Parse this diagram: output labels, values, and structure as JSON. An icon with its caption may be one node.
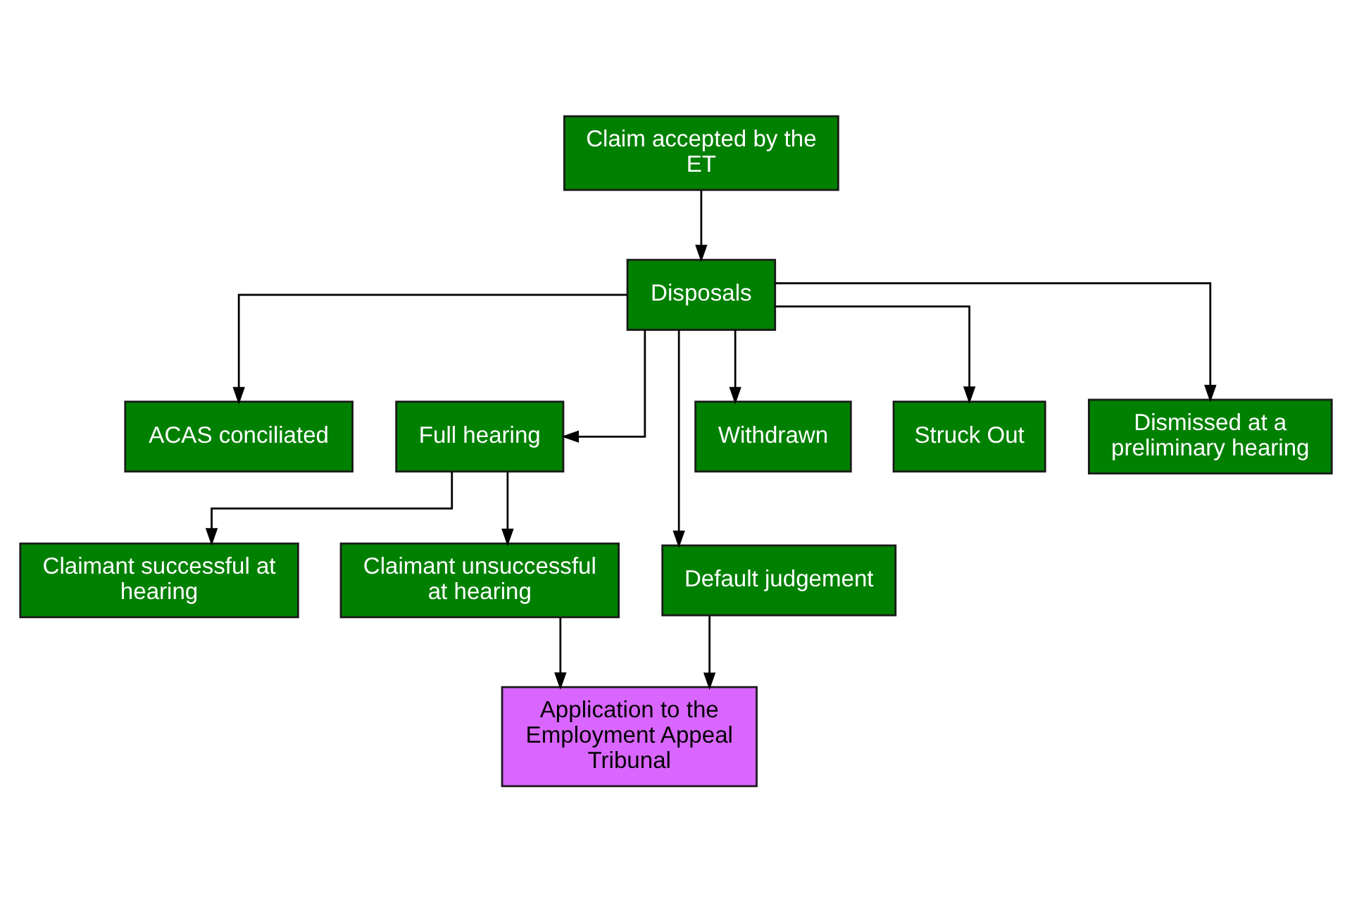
{
  "diagram": {
    "nodes": [
      {
        "text": [
          "Claim accepted by the ET"
        ]
      },
      {
        "text": [
          "Disposals"
        ]
      },
      {
        "text": [
          "ACAS conciliated"
        ]
      },
      {
        "text": [
          "Full hearing"
        ]
      },
      {
        "text": [
          "Default judgement"
        ]
      },
      {
        "text": [
          "Withdrawn"
        ]
      },
      {
        "text": [
          "Struck Out"
        ]
      },
      {
        "text": [
          "Claimant successful at hearing"
        ]
      },
      {
        "text": [
          "Claimant unsuccessful at hearing"
        ]
      },
      {
        "text": [
          "Dismissed at a preliminary hearing"
        ]
      },
      {
        "text": [
          "Application to the Employment Appeal Tribunal"
        ]
      }
    ],
    "edges": [
      {
        "from": 0,
        "to": 1,
        "arrow": "to"
      },
      {
        "from": 1,
        "to": 2,
        "arrow": "to"
      },
      {
        "from": 1,
        "to": 3,
        "arrow": "to"
      },
      {
        "from": 1,
        "to": 4,
        "arrow": "to"
      },
      {
        "from": 1,
        "to": 5,
        "arrow": "to"
      },
      {
        "from": 1,
        "to": 9,
        "arrow": "to"
      },
      {
        "from": 1,
        "to": 6,
        "arrow": "to"
      },
      {
        "from": 3,
        "to": 7,
        "arrow": "to"
      },
      {
        "from": 3,
        "to": 8,
        "arrow": "to"
      },
      {
        "from": 8,
        "to": 10,
        "arrow": "to"
      },
      {
        "from": 4,
        "to": 10,
        "arrow": "to"
      }
    ]
  }
}
